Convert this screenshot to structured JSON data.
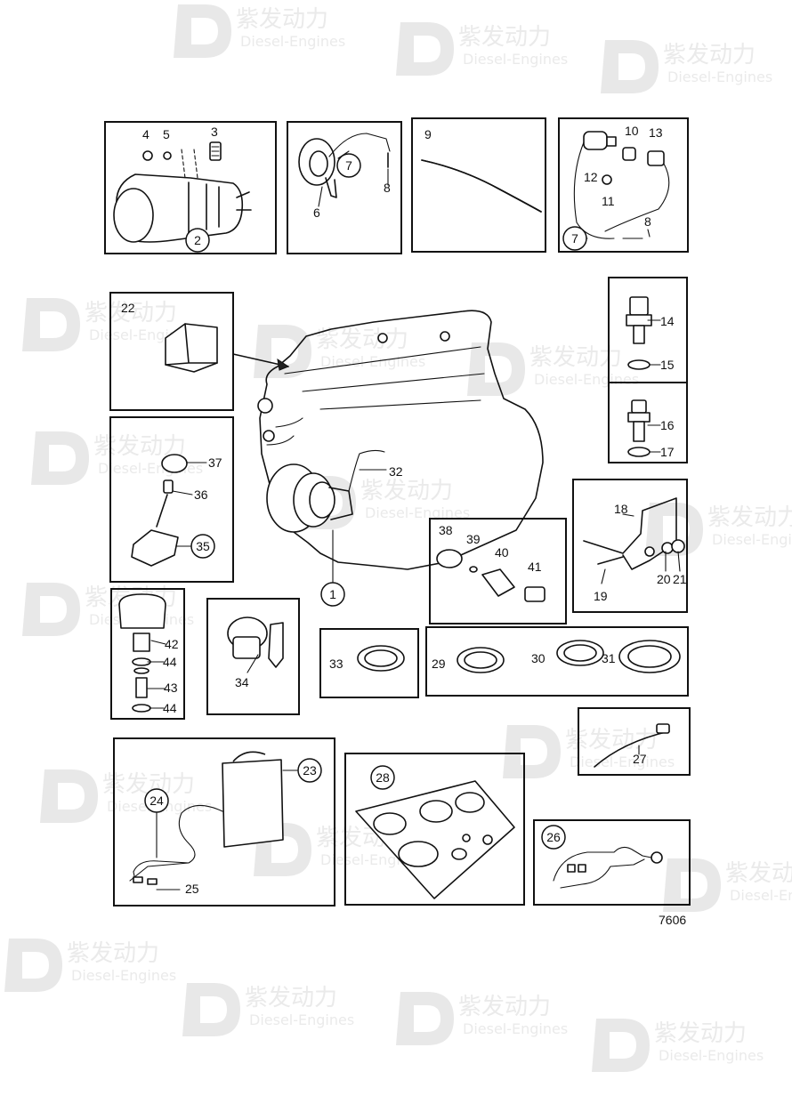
{
  "figure_number": "7606",
  "watermark": {
    "brand": "紫发动力",
    "subtitle": "Diesel-Engines"
  },
  "callouts": [
    {
      "n": "1",
      "circled": true
    },
    {
      "n": "2",
      "circled": true
    },
    {
      "n": "3"
    },
    {
      "n": "4"
    },
    {
      "n": "5"
    },
    {
      "n": "6"
    },
    {
      "n": "7",
      "circled": true
    },
    {
      "n": "8"
    },
    {
      "n": "9"
    },
    {
      "n": "10"
    },
    {
      "n": "11"
    },
    {
      "n": "12"
    },
    {
      "n": "13"
    },
    {
      "n": "14"
    },
    {
      "n": "15"
    },
    {
      "n": "16"
    },
    {
      "n": "17"
    },
    {
      "n": "18"
    },
    {
      "n": "19"
    },
    {
      "n": "20"
    },
    {
      "n": "21"
    },
    {
      "n": "22"
    },
    {
      "n": "23",
      "circled": true
    },
    {
      "n": "24",
      "circled": true
    },
    {
      "n": "25"
    },
    {
      "n": "26",
      "circled": true
    },
    {
      "n": "27"
    },
    {
      "n": "28",
      "circled": true
    },
    {
      "n": "29"
    },
    {
      "n": "30"
    },
    {
      "n": "31"
    },
    {
      "n": "32"
    },
    {
      "n": "33"
    },
    {
      "n": "34"
    },
    {
      "n": "35",
      "circled": true
    },
    {
      "n": "36"
    },
    {
      "n": "37"
    },
    {
      "n": "38"
    },
    {
      "n": "39"
    },
    {
      "n": "40"
    },
    {
      "n": "41"
    },
    {
      "n": "42"
    },
    {
      "n": "43"
    },
    {
      "n": "44"
    }
  ]
}
